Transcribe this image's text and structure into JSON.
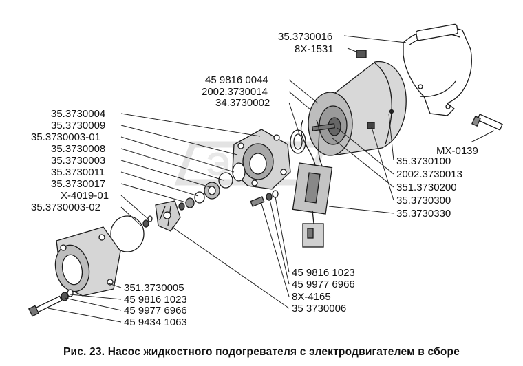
{
  "labels": {
    "l01": "35.3730016",
    "l02": "8X-1531",
    "l03": "45 9816 0044",
    "l04": "2002.3730014",
    "l05": "34.3730002",
    "l06": "35.3730004",
    "l07": "35.3730009",
    "l08": "35.3730003-01",
    "l09": "35.3730008",
    "l10": "35.3730003",
    "l11": "35.3730011",
    "l12": "35.3730017",
    "l13": "X-4019-01",
    "l14": "35.3730003-02",
    "l15": "MX-0139",
    "l16": "35.3730100",
    "l17": "2002.3730013",
    "l18": "351.3730200",
    "l19": "35.3730300",
    "l20": "35.3730330",
    "l21": "45 9816 1023",
    "l22": "45 9977 6966",
    "l23": "8X-4165",
    "l24": "351.3730005",
    "l25": "45 9816 1023",
    "l26": "45 9977 6966",
    "l27": "35 3730006",
    "l28": "45 9434 1063"
  },
  "caption": "Рис. 23. Насос жидкостного подогревателя с электродвигателем в сборе"
}
